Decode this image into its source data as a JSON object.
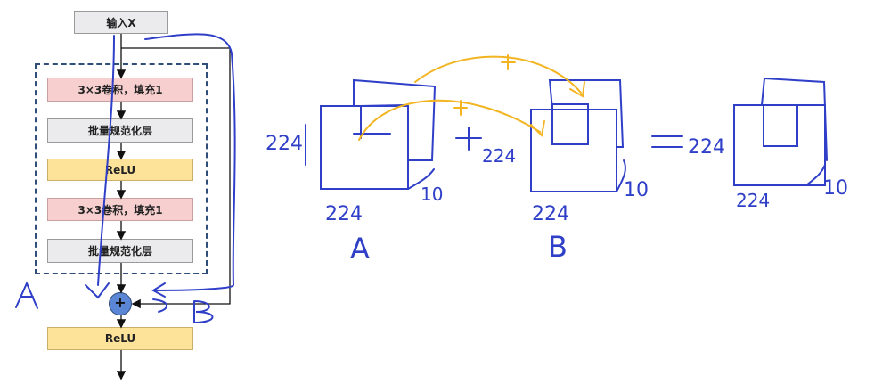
{
  "diagram": {
    "input_label": "输入X",
    "blocks": [
      {
        "label": "3×3卷积，填充1",
        "kind": "conv"
      },
      {
        "label": "批量规范化层",
        "kind": "bn"
      },
      {
        "label": "ReLU",
        "kind": "relu"
      },
      {
        "label": "3×3卷积，填充1",
        "kind": "conv"
      },
      {
        "label": "批量规范化层",
        "kind": "bn"
      }
    ],
    "add_symbol": "+",
    "output_label": "ReLU"
  },
  "annotations": {
    "path_a": "A",
    "path_b": "B",
    "left_plus": "+",
    "upper_plus": "+",
    "mid_plus": "+",
    "equals": "=",
    "matrix_a": {
      "height": "224",
      "width": "224",
      "channels": "10",
      "name": "A"
    },
    "matrix_b": {
      "height": "224",
      "width": "224",
      "channels": "10",
      "name": "B"
    },
    "matrix_c": {
      "height": "224",
      "width": "224",
      "channels": "10"
    }
  },
  "colors": {
    "ink": "#2f3fc8",
    "highlight": "#f2b521",
    "conv": "#f7cfcf",
    "bn": "#ebebed",
    "relu": "#fde29a",
    "dashed": "#2f4e7a",
    "add_node": "#5b86d6"
  }
}
